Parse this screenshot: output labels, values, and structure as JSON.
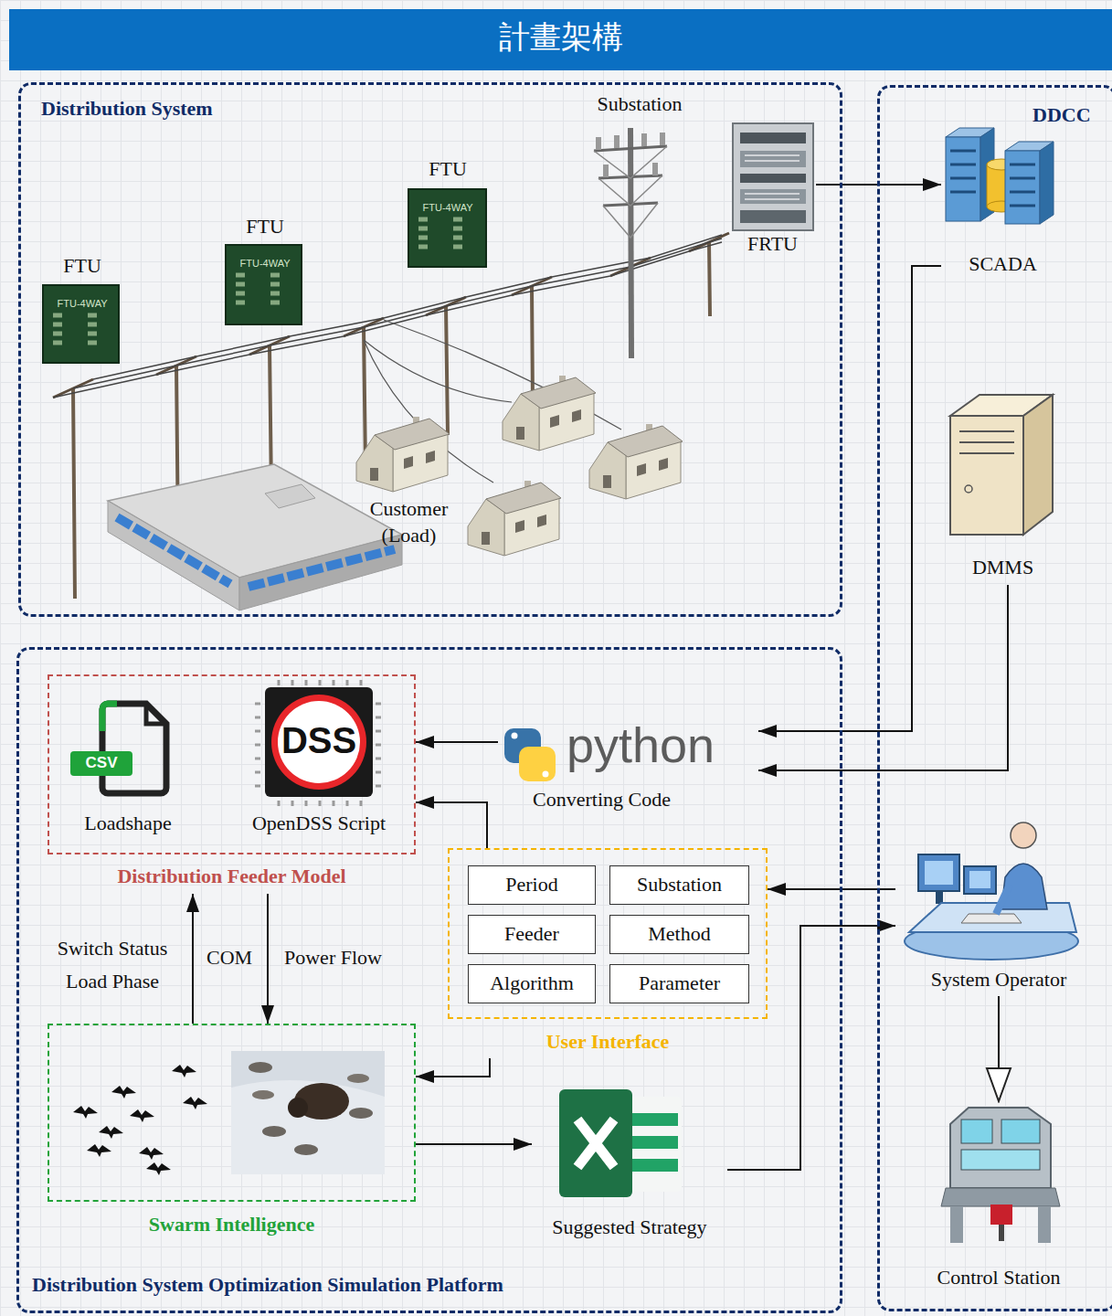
{
  "diagram": {
    "title": "計畫架構",
    "nodes": [
      {
        "text": [
          "Distribution System"
        ]
      },
      {
        "text": [
          "FTU",
          "FTU-4WAY"
        ],
        "in": 0
      },
      {
        "text": [
          "FTU",
          "FTU-4WAY"
        ],
        "in": 0
      },
      {
        "text": [
          "FTU",
          "FTU-4WAY"
        ],
        "in": 0
      },
      {
        "text": [
          "Substation"
        ],
        "in": 0
      },
      {
        "text": [
          "FRTU"
        ],
        "in": 0
      },
      {
        "text": [
          "Customer (Load)"
        ],
        "in": 0
      },
      {
        "text": [
          "DDCC"
        ]
      },
      {
        "text": [
          "SCADA"
        ],
        "in": 7
      },
      {
        "text": [
          "DMMS"
        ],
        "in": 7
      },
      {
        "text": [
          "System Operator"
        ],
        "in": 7
      },
      {
        "text": [
          "Control Station"
        ],
        "in": 7
      },
      {
        "text": [
          "Distribution System Optimization Simulation Platform"
        ]
      },
      {
        "text": [
          "Distribution Feeder Model"
        ],
        "in": 12
      },
      {
        "text": [
          "CSV",
          "Loadshape"
        ],
        "in": 13
      },
      {
        "text": [
          "DSS",
          "OpenDSS Script"
        ],
        "in": 13
      },
      {
        "text": [
          "python",
          "Converting Code"
        ],
        "in": 12
      },
      {
        "text": [
          "User Interface"
        ],
        "in": 12
      },
      {
        "text": [
          "Period"
        ],
        "in": 17
      },
      {
        "text": [
          "Substation"
        ],
        "in": 17
      },
      {
        "text": [
          "Feeder"
        ],
        "in": 17
      },
      {
        "text": [
          "Method"
        ],
        "in": 17
      },
      {
        "text": [
          "Algorithm"
        ],
        "in": 17
      },
      {
        "text": [
          "Parameter"
        ],
        "in": 17
      },
      {
        "text": [
          "Swarm Intelligence"
        ],
        "in": 12
      },
      {
        "text": [
          "Suggested Strategy"
        ],
        "in": 12
      }
    ],
    "edges": [
      {
        "from": 5,
        "to": 8,
        "arrow": "to"
      },
      {
        "from": 8,
        "to": 16,
        "arrow": "to"
      },
      {
        "from": 9,
        "to": 16,
        "arrow": "to"
      },
      {
        "from": 16,
        "to": 13,
        "arrow": "to"
      },
      {
        "from": 17,
        "to": 13,
        "arrow": "to"
      },
      {
        "from": 10,
        "to": 17,
        "arrow": "to"
      },
      {
        "from": 25,
        "to": 10,
        "arrow": "to"
      },
      {
        "from": 17,
        "to": 24,
        "arrow": "to"
      },
      {
        "from": 24,
        "to": 13,
        "arrow": "to",
        "label": "Switch Status Load Phase"
      },
      {
        "from": 13,
        "to": 24,
        "arrow": "to",
        "label": "Power Flow"
      },
      {
        "from": 24,
        "to": 25,
        "arrow": "to"
      },
      {
        "from": 10,
        "to": 11,
        "arrow": "to"
      }
    ],
    "labels": [
      "COM"
    ]
  }
}
